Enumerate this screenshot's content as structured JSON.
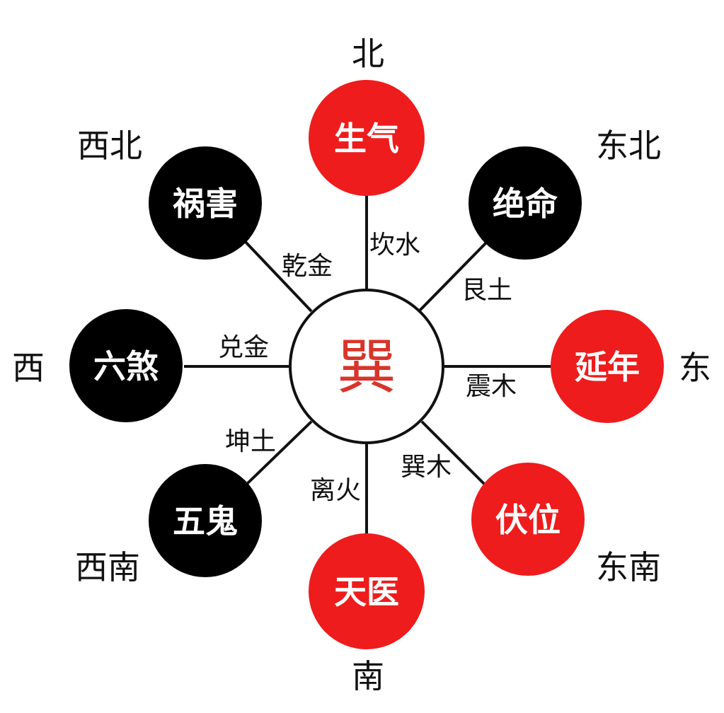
{
  "center": {
    "label": "巽"
  },
  "directions": {
    "north": "北",
    "northeast": "东北",
    "east": "东",
    "southeast": "东南",
    "south": "南",
    "southwest": "西南",
    "west": "西",
    "northwest": "西北"
  },
  "stars": {
    "north": {
      "label": "生气",
      "color": "#ee1c1c"
    },
    "northeast": {
      "label": "绝命",
      "color": "#000000"
    },
    "east": {
      "label": "延年",
      "color": "#ee1c1c"
    },
    "southeast": {
      "label": "伏位",
      "color": "#ee1c1c"
    },
    "south": {
      "label": "天医",
      "color": "#ee1c1c"
    },
    "southwest": {
      "label": "五鬼",
      "color": "#000000"
    },
    "west": {
      "label": "六煞",
      "color": "#000000"
    },
    "northwest": {
      "label": "祸害",
      "color": "#000000"
    }
  },
  "trigrams": {
    "north": "坎水",
    "northeast": "艮土",
    "east": "震木",
    "southeast": "巽木",
    "south": "离火",
    "southwest": "坤土",
    "west": "兑金",
    "northwest": "乾金"
  }
}
